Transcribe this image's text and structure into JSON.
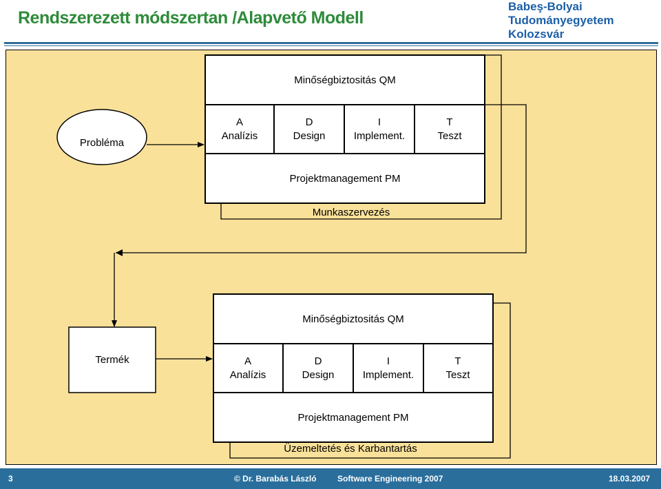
{
  "header": {
    "title": "Rendszerezett módszertan /Alapvető Modell",
    "university_line1": "Babeş-Bolyai",
    "university_line2": "Tudományegyetem",
    "university_line3": "Kolozsvár"
  },
  "top_model": {
    "qm_label": "Minőségbiztositás QM",
    "start_label": "Probléma",
    "phases": [
      {
        "letter": "A",
        "name": "Analízis"
      },
      {
        "letter": "D",
        "name": "Design"
      },
      {
        "letter": "I",
        "name": "Implement."
      },
      {
        "letter": "T",
        "name": "Teszt"
      }
    ],
    "pm_label": "Projektmanagement PM",
    "bottom_label": "Munkaszervezés"
  },
  "bottom_model": {
    "qm_label": "Minőségbiztositás QM",
    "start_label": "Termék",
    "phases": [
      {
        "letter": "A",
        "name": "Analízis"
      },
      {
        "letter": "D",
        "name": "Design"
      },
      {
        "letter": "I",
        "name": "Implement."
      },
      {
        "letter": "T",
        "name": "Teszt"
      }
    ],
    "pm_label": "Projektmanagement PM",
    "bottom_label": "Üzemeltetés és Karbantartás"
  },
  "footer": {
    "page_number": "3",
    "author": "© Dr. Barabás László",
    "course": "Software Engineering 2007",
    "date": "18.03.2007"
  },
  "colors": {
    "title_green": "#2e8b3a",
    "university_blue": "#1d5fa8",
    "panel_background": "#f9e19a",
    "footer_blue": "#2a6e9c"
  }
}
